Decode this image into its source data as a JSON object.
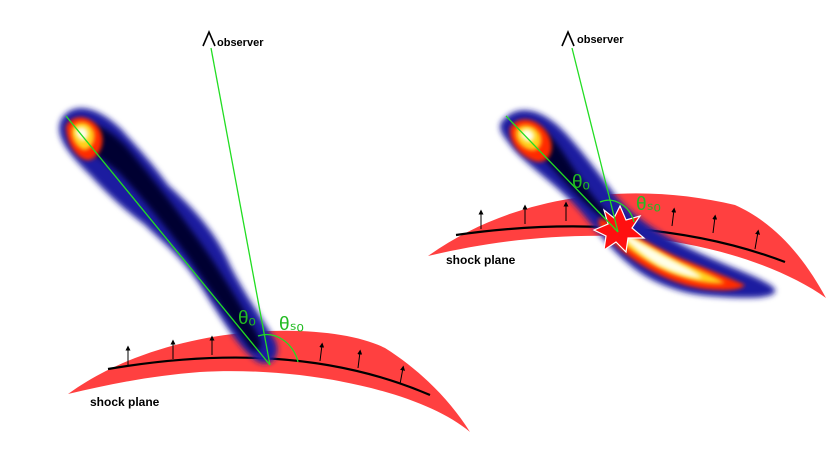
{
  "left_panel": {
    "observer_label": "observer",
    "shock_label": "shock plane",
    "theta_o_label": "θₒ",
    "theta_so_label": "θₛₒ"
  },
  "right_panel": {
    "observer_label": "observer",
    "shock_label": "shock plane",
    "theta_o_label": "θₒ",
    "theta_so_label": "θₛₒ"
  },
  "colors": {
    "shock": "#ff4040",
    "shock_line": "#000000",
    "sight_line": "#22dd22",
    "angle_text": "#22bb22",
    "jet_dark": "#050530",
    "jet_mid": "#1a1aa0",
    "jet_hot": "#ff2a00",
    "jet_warm": "#ffd21a",
    "jet_white": "#ffffe8"
  }
}
